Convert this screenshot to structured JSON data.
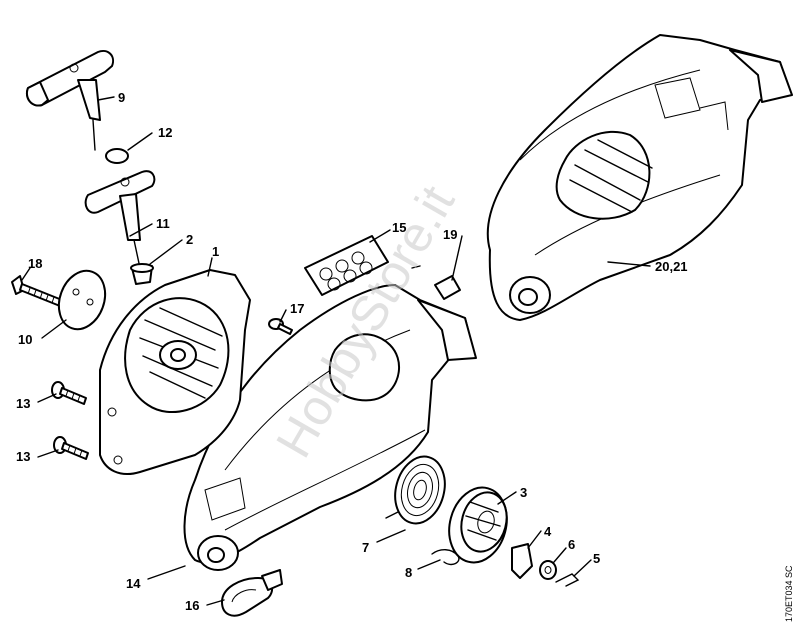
{
  "diagram": {
    "watermark": "HobbyStore.it",
    "drawing_code": "170ET034 SC",
    "callouts": {
      "c1": "1",
      "c2": "2",
      "c3": "3",
      "c4": "4",
      "c5": "5",
      "c6": "6",
      "c7": "7",
      "c8": "8",
      "c9": "9",
      "c10": "10",
      "c11": "11",
      "c12": "12",
      "c13a": "13",
      "c13b": "13",
      "c14": "14",
      "c15": "15",
      "c16": "16",
      "c17": "17",
      "c18": "18",
      "c19": "19",
      "c2021": "20,21"
    },
    "parts": [
      {
        "id": "9",
        "name": "starter grip"
      },
      {
        "id": "12",
        "name": "grip insert"
      },
      {
        "id": "11",
        "name": "starter grip"
      },
      {
        "id": "2",
        "name": "rope guide bush"
      },
      {
        "id": "18",
        "name": "screw"
      },
      {
        "id": "10",
        "name": "washer plate"
      },
      {
        "id": "1",
        "name": "fan housing"
      },
      {
        "id": "13",
        "name": "screw"
      },
      {
        "id": "17",
        "name": "screw"
      },
      {
        "id": "15",
        "name": "decal set"
      },
      {
        "id": "19",
        "name": "label"
      },
      {
        "id": "14",
        "name": "fan housing"
      },
      {
        "id": "20,21",
        "name": "fan housing"
      },
      {
        "id": "7",
        "name": "rewind spring"
      },
      {
        "id": "8",
        "name": "starter rope"
      },
      {
        "id": "3",
        "name": "rope rotor"
      },
      {
        "id": "4",
        "name": "pawl"
      },
      {
        "id": "6",
        "name": "washer"
      },
      {
        "id": "5",
        "name": "spring clip"
      },
      {
        "id": "16",
        "name": "rope guide"
      }
    ]
  }
}
